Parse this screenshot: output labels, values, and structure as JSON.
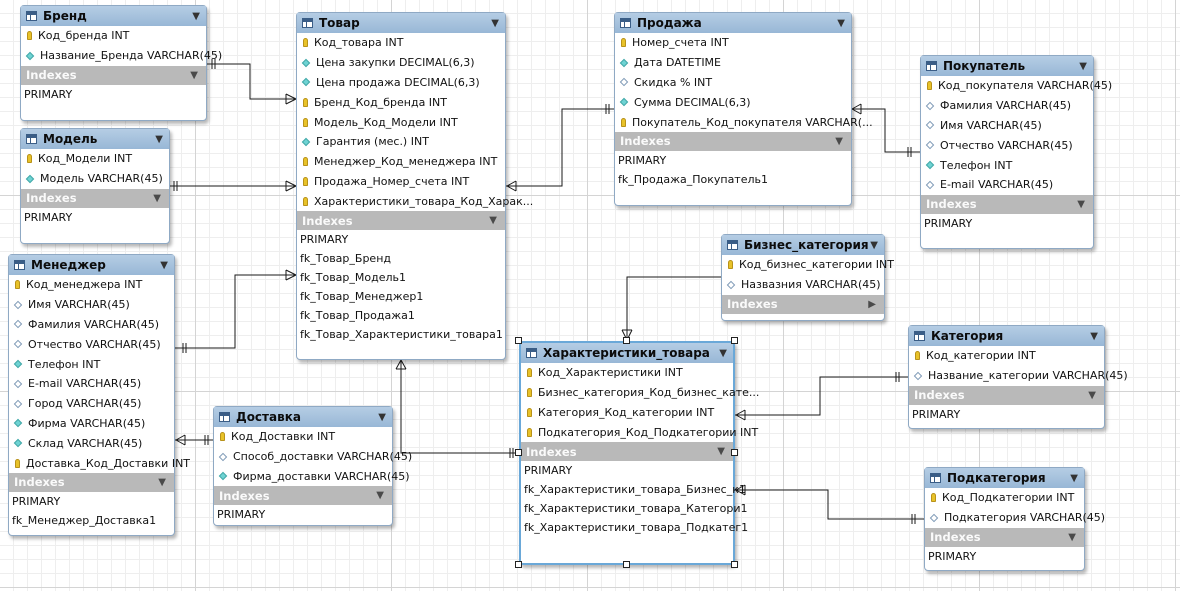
{
  "tables": [
    {
      "id": "brand",
      "title": "Бренд",
      "columns": [
        {
          "icon": "key",
          "text": "Код_бренда INT"
        },
        {
          "icon": "diamond",
          "text": "Название_Бренда VARCHAR(45)"
        }
      ],
      "indexes_label": "Indexes",
      "indexes": [
        "PRIMARY"
      ]
    },
    {
      "id": "model",
      "title": "Модель",
      "columns": [
        {
          "icon": "key",
          "text": "Код_Модели INT"
        },
        {
          "icon": "diamond",
          "text": "Модель VARCHAR(45)"
        }
      ],
      "indexes_label": "Indexes",
      "indexes": [
        "PRIMARY"
      ]
    },
    {
      "id": "manager",
      "title": "Менеджер",
      "columns": [
        {
          "icon": "key",
          "text": "Код_менеджера INT"
        },
        {
          "icon": "open-diamond",
          "text": "Имя VARCHAR(45)"
        },
        {
          "icon": "open-diamond",
          "text": "Фамилия VARCHAR(45)"
        },
        {
          "icon": "open-diamond",
          "text": "Отчество VARCHAR(45)"
        },
        {
          "icon": "diamond",
          "text": "Телефон INT"
        },
        {
          "icon": "open-diamond",
          "text": "E-mail VARCHAR(45)"
        },
        {
          "icon": "open-diamond",
          "text": "Город VARCHAR(45)"
        },
        {
          "icon": "diamond",
          "text": "Фирма VARCHAR(45)"
        },
        {
          "icon": "diamond",
          "text": "Склад VARCHAR(45)"
        },
        {
          "icon": "key",
          "text": "Доставка_Код_Доставки INT"
        }
      ],
      "indexes_label": "Indexes",
      "indexes": [
        "PRIMARY",
        "fk_Менеджер_Доставка1"
      ]
    },
    {
      "id": "product",
      "title": "Товар",
      "columns": [
        {
          "icon": "key",
          "text": "Код_товара INT"
        },
        {
          "icon": "diamond",
          "text": "Цена закупки DECIMAL(6,3)"
        },
        {
          "icon": "diamond",
          "text": "Цена продажа DECIMAL(6,3)"
        },
        {
          "icon": "key",
          "text": "Бренд_Код_бренда INT"
        },
        {
          "icon": "key",
          "text": "Модель_Код_Модели INT"
        },
        {
          "icon": "diamond",
          "text": "Гарантия (мес.) INT"
        },
        {
          "icon": "key",
          "text": "Менеджер_Код_менеджера INT"
        },
        {
          "icon": "key",
          "text": "Продажа_Номер_счета INT"
        },
        {
          "icon": "key",
          "text": "Характеристики_товара_Код_Харак..."
        }
      ],
      "indexes_label": "Indexes",
      "indexes": [
        "PRIMARY",
        "fk_Товар_Бренд",
        "fk_Товар_Модель1",
        "fk_Товар_Менеджер1",
        "fk_Товар_Продажа1",
        "fk_Товар_Характеристики_товара1"
      ]
    },
    {
      "id": "delivery",
      "title": "Доставка",
      "columns": [
        {
          "icon": "key",
          "text": "Код_Доставки INT"
        },
        {
          "icon": "open-diamond",
          "text": "Способ_доставки VARCHAR(45)"
        },
        {
          "icon": "diamond",
          "text": "Фирма_доставки VARCHAR(45)"
        }
      ],
      "indexes_label": "Indexes",
      "indexes": [
        "PRIMARY"
      ]
    },
    {
      "id": "sale",
      "title": "Продажа",
      "columns": [
        {
          "icon": "key",
          "text": "Номер_счета INT"
        },
        {
          "icon": "diamond",
          "text": "Дата DATETIME"
        },
        {
          "icon": "open-diamond",
          "text": "Скидка % INT"
        },
        {
          "icon": "diamond",
          "text": "Сумма DECIMAL(6,3)"
        },
        {
          "icon": "key",
          "text": "Покупатель_Код_покупателя VARCHAR(..."
        }
      ],
      "indexes_label": "Indexes",
      "indexes": [
        "PRIMARY",
        "fk_Продажа_Покупатель1"
      ]
    },
    {
      "id": "buyer",
      "title": "Покупатель",
      "columns": [
        {
          "icon": "key",
          "text": "Код_покупателя VARCHAR(45)"
        },
        {
          "icon": "open-diamond",
          "text": "Фамилия VARCHAR(45)"
        },
        {
          "icon": "open-diamond",
          "text": "Имя VARCHAR(45)"
        },
        {
          "icon": "open-diamond",
          "text": "Отчество VARCHAR(45)"
        },
        {
          "icon": "diamond",
          "text": "Телефон INT"
        },
        {
          "icon": "open-diamond",
          "text": "E-mail VARCHAR(45)"
        }
      ],
      "indexes_label": "Indexes",
      "indexes": [
        "PRIMARY"
      ]
    },
    {
      "id": "bizcat",
      "title": "Бизнес_категория",
      "columns": [
        {
          "icon": "key",
          "text": "Код_бизнес_категории INT"
        },
        {
          "icon": "open-diamond",
          "text": "Назвазния VARCHAR(45)"
        }
      ],
      "indexes_label": "Indexes",
      "indexes": []
    },
    {
      "id": "chars",
      "title": "Характеристики_товара",
      "columns": [
        {
          "icon": "key",
          "text": "Код_Характеристики INT"
        },
        {
          "icon": "key",
          "text": "Бизнес_категория_Код_бизнес_кате..."
        },
        {
          "icon": "key",
          "text": "Категория_Код_категории INT"
        },
        {
          "icon": "key",
          "text": "Подкатегория_Код_Подкатегории INT"
        }
      ],
      "indexes_label": "Indexes",
      "indexes": [
        "PRIMARY",
        "fk_Характеристики_товара_Бизнес_к1",
        "fk_Характеристики_товара_Категори1",
        "fk_Характеристики_товара_Подкатег1"
      ]
    },
    {
      "id": "category",
      "title": "Категория",
      "columns": [
        {
          "icon": "key",
          "text": "Код_категории INT"
        },
        {
          "icon": "open-diamond",
          "text": "Название_категории VARCHAR(45)"
        }
      ],
      "indexes_label": "Indexes",
      "indexes": [
        "PRIMARY"
      ]
    },
    {
      "id": "subcategory",
      "title": "Подкатегория",
      "columns": [
        {
          "icon": "key",
          "text": "Код_Подкатегории INT"
        },
        {
          "icon": "open-diamond",
          "text": "Подкатегория VARCHAR(45)"
        }
      ],
      "indexes_label": "Indexes",
      "indexes": [
        "PRIMARY"
      ]
    }
  ],
  "colors": {
    "header": "#a8c4e0",
    "indexes_header": "#b9b9b9",
    "line": "#1a1a1a",
    "key": "#e8c229",
    "diamond": "#6ed3d3"
  },
  "icons": {
    "table": "table-icon",
    "key": "key-icon",
    "diamond": "column-diamond-icon",
    "open-diamond": "nullable-column-icon",
    "collapse": "triangle-down-icon",
    "expand": "triangle-right-icon"
  }
}
